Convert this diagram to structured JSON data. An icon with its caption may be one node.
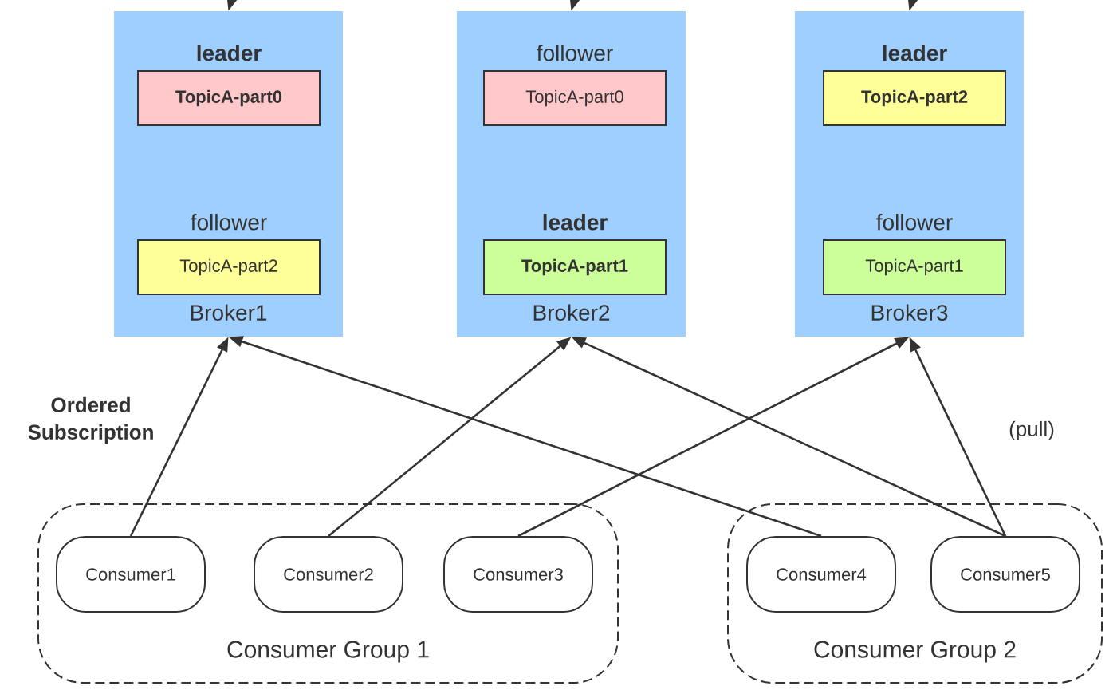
{
  "diagram": {
    "nodes": [
      {
        "text": [
          "Broker1"
        ]
      },
      {
        "text": [
          "leader",
          "TopicA-part0"
        ],
        "in": 0
      },
      {
        "text": [
          "follower",
          "TopicA-part2"
        ],
        "in": 0
      },
      {
        "text": [
          "Broker2"
        ]
      },
      {
        "text": [
          "follower",
          "TopicA-part0"
        ],
        "in": 3
      },
      {
        "text": [
          "leader",
          "TopicA-part1"
        ],
        "in": 3
      },
      {
        "text": [
          "Broker3"
        ]
      },
      {
        "text": [
          "leader",
          "TopicA-part2"
        ],
        "in": 6
      },
      {
        "text": [
          "follower",
          "TopicA-part1"
        ],
        "in": 6
      },
      {
        "text": [
          "Consumer Group 1"
        ]
      },
      {
        "text": [
          "Consumer1"
        ],
        "in": 9
      },
      {
        "text": [
          "Consumer2"
        ],
        "in": 9
      },
      {
        "text": [
          "Consumer3"
        ],
        "in": 9
      },
      {
        "text": [
          "Consumer Group 2"
        ]
      },
      {
        "text": [
          "Consumer4"
        ],
        "in": 13
      },
      {
        "text": [
          "Consumer5"
        ],
        "in": 13
      }
    ],
    "edges": [
      {
        "from": null,
        "to": 0,
        "arrow": "to"
      },
      {
        "from": null,
        "to": 3,
        "arrow": "to"
      },
      {
        "from": null,
        "to": 6,
        "arrow": "to"
      },
      {
        "from": 10,
        "to": 0,
        "arrow": "to"
      },
      {
        "from": 11,
        "to": 3,
        "arrow": "to"
      },
      {
        "from": 12,
        "to": 6,
        "arrow": "to"
      },
      {
        "from": 14,
        "to": 0,
        "arrow": "to"
      },
      {
        "from": 15,
        "to": 3,
        "arrow": "to"
      },
      {
        "from": 15,
        "to": 6,
        "arrow": "to"
      }
    ],
    "labels": [
      "Ordered Subscription",
      "(pull)"
    ]
  }
}
